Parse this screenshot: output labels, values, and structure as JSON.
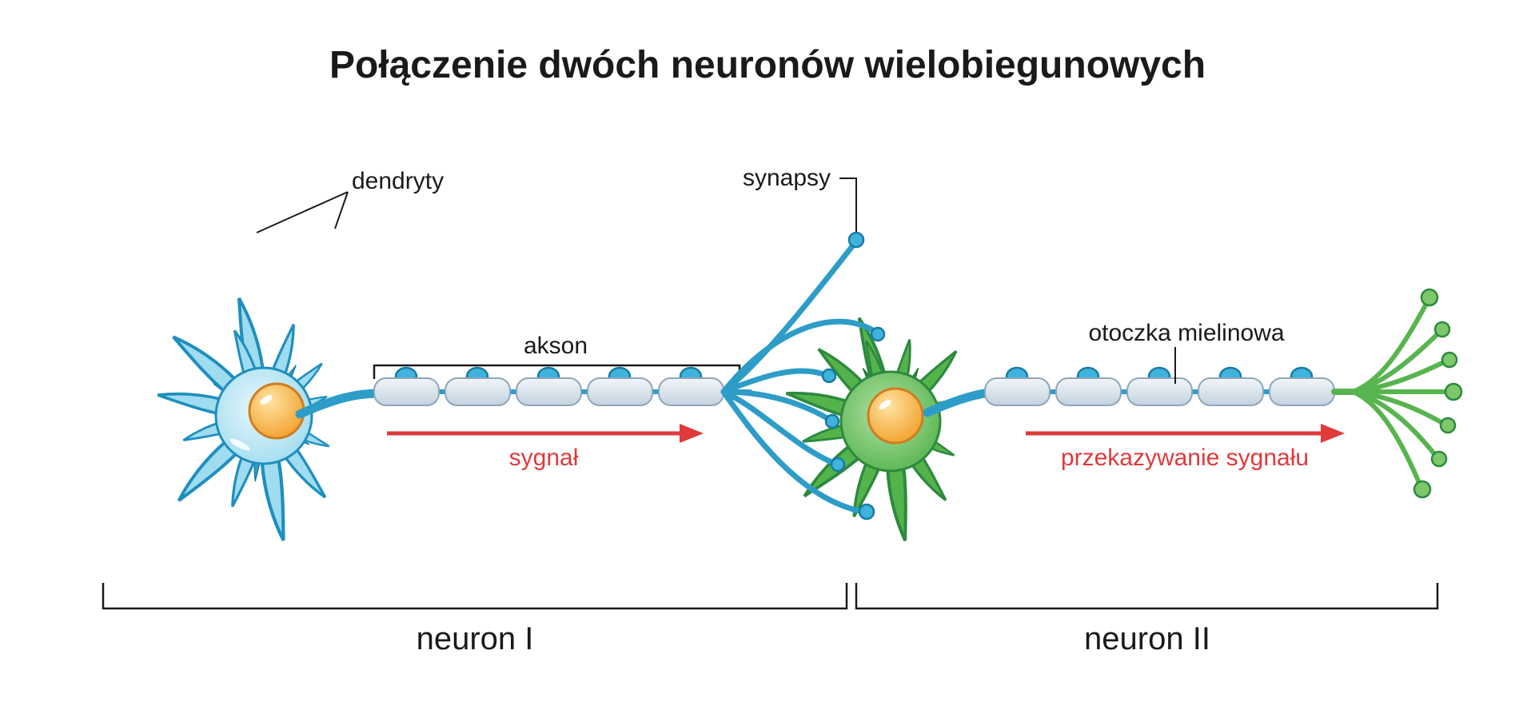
{
  "title": "Połączenie dwóch neuronów wielobiegunowych",
  "labels": {
    "dendrites": "dendryty",
    "axon": "akson",
    "signal": "sygnał",
    "synapses": "synapsy",
    "myelin_sheath": "otoczka mielinowa",
    "signal_transmission": "przekazywanie sygnału",
    "neuron_1": "neuron I",
    "neuron_2": "neuron II"
  },
  "colors": {
    "signal_arrow": "#e03a3c",
    "neuron_1_fill": "#9fdcef",
    "neuron_1_outline": "#1e8fbe",
    "neuron_2_fill": "#55b34c",
    "neuron_2_outline": "#2c8a3e",
    "nucleus_fill": "#f6a832",
    "myelin_fill": "#dbe5ee",
    "synapse_fill": "#3fb3dc",
    "text": "#1a1a1a",
    "background": "#ffffff"
  }
}
